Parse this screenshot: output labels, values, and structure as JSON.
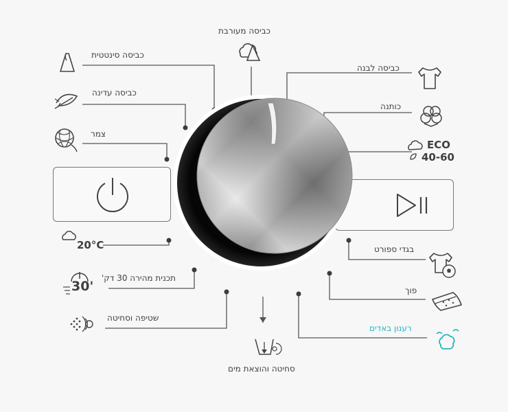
{
  "programs": {
    "mixed": "כביסה מעורבת",
    "synthetic": "כביסה סינטטית",
    "delicate": "כביסה עדינה",
    "wool": "צמר",
    "white": "כביסה לבנה",
    "cotton": "כותנה",
    "eco_line1": "ECO",
    "eco_line2": "40-60",
    "temp20": "20°C",
    "quick30_label": "תכנית מהירה 30 דק'",
    "quick30_badge": "30'",
    "rinse_spin": "שטיפה וסחיטה",
    "spin_drain": "סחיטה והוצאת מים",
    "sport": "בגדי ספורט",
    "duvet": "פוך",
    "refresh": "רענון באדים"
  },
  "colors": {
    "line": "#555555",
    "accent": "#27b3c4",
    "panel_bg": "#f7f7f7"
  },
  "icons": {
    "power": "power-icon",
    "start_pause": "play-pause-icon",
    "knob": "program-dial-knob"
  }
}
